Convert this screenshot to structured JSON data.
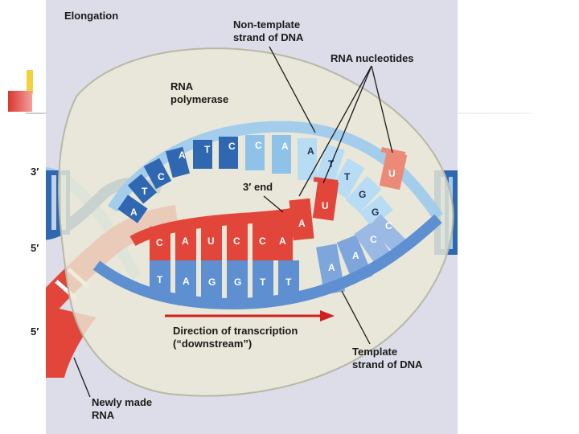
{
  "title": "Elongation",
  "labels": {
    "non_template_1": "Non-template",
    "non_template_2": "strand of DNA",
    "rna_nucleotides": "RNA nucleotides",
    "rna_polymerase_1": "RNA",
    "rna_polymerase_2": "polymerase",
    "three_prime_end": "3′ end",
    "direction_1": "Direction of transcription",
    "direction_2": "(“downstream”)",
    "template_1": "Template",
    "template_2": "strand of DNA",
    "newly_made_1": "Newly made",
    "newly_made_2": "RNA"
  },
  "strand_ends": {
    "top_left": "3′",
    "middle_left": "5′",
    "bottom_left": "5′"
  },
  "bases": {
    "non_template_strand": [
      "A",
      "T",
      "C",
      "A",
      "T",
      "C",
      "C",
      "A",
      "A",
      "T",
      "T",
      "G",
      "G"
    ],
    "rna_strand": [
      "C",
      "A",
      "U",
      "C",
      "C",
      "A"
    ],
    "template_strand": [
      "T",
      "A",
      "G",
      "G",
      "T",
      "T",
      "A",
      "A",
      "C",
      "C"
    ],
    "free_nucleotides": [
      "A",
      "U",
      "U"
    ]
  },
  "colors": {
    "dna_dark": "#2f68b0",
    "dna_light": "#9fcbec",
    "template_blue": "#5e8fd0",
    "rna_red": "#e2463a",
    "rna_light": "#ec8a78",
    "polymerase": "#ece9d5",
    "arrow": "#d11f1f"
  }
}
